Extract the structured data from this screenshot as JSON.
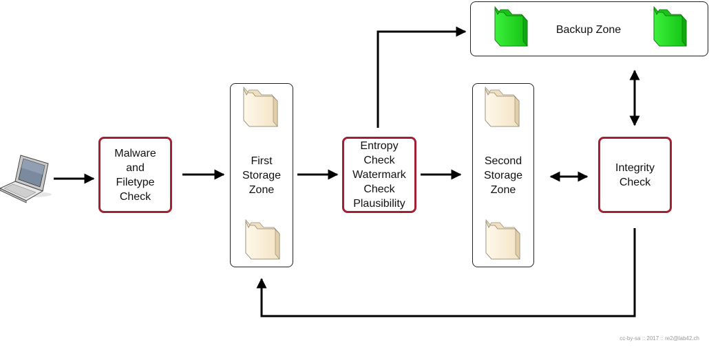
{
  "nodes": {
    "malware_check": {
      "lines": [
        "Malware",
        "and",
        "Filetype",
        "Check"
      ]
    },
    "first_storage": {
      "lines": [
        "First",
        "Storage",
        "Zone"
      ]
    },
    "entropy_check": {
      "lines": [
        "Entropy",
        "Check",
        "Watermark",
        "Check",
        "Plausibility"
      ]
    },
    "second_storage": {
      "lines": [
        "Second",
        "Storage",
        "Zone"
      ]
    },
    "integrity_check": {
      "lines": [
        "Integrity",
        "Check"
      ]
    },
    "backup_zone": {
      "label": "Backup Zone"
    }
  },
  "footer": "cc-by-sa :: 2017 :: re2@lab42.ch",
  "colors": {
    "check_border": "#a31f34",
    "backup_folder": "#22dd22",
    "storage_folder": "#fbf1df"
  },
  "icons": {
    "source": "laptop-icon",
    "storage": "folder-icon",
    "backup": "folder-icon"
  }
}
